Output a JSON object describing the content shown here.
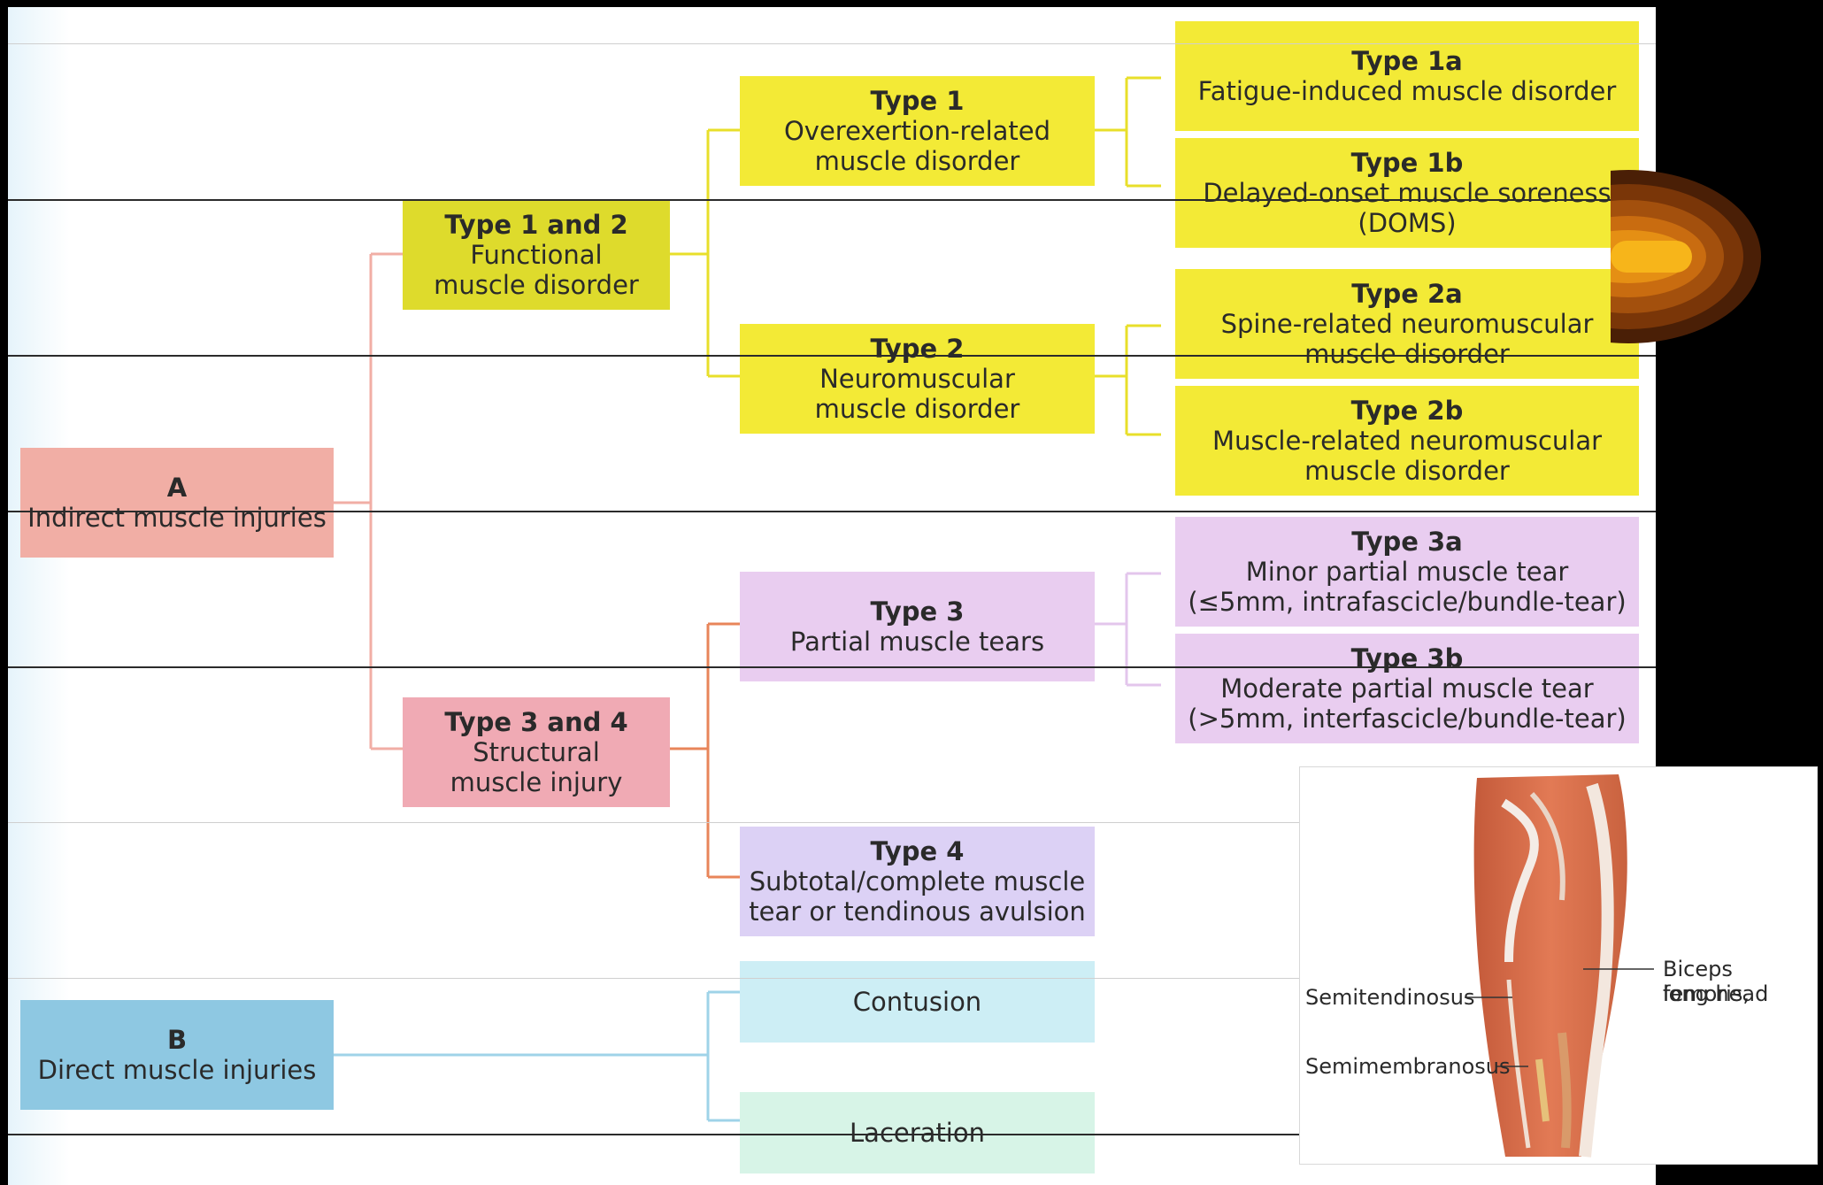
{
  "diagram": {
    "root_a": {
      "title": "A",
      "text": "Indirect muscle injuries"
    },
    "root_b": {
      "title": "B",
      "text": "Direct muscle injuries"
    },
    "type12": {
      "title": "Type 1 and 2",
      "line1": "Functional",
      "line2": "muscle disorder"
    },
    "type34": {
      "title": "Type 3 and 4",
      "line1": "Structural",
      "line2": "muscle injury"
    },
    "type1": {
      "title": "Type 1",
      "line1": "Overexertion-related",
      "line2": "muscle disorder"
    },
    "type2": {
      "title": "Type 2",
      "line1": "Neuromuscular",
      "line2": "muscle disorder"
    },
    "type3": {
      "title": "Type 3",
      "line1": "Partial muscle tears"
    },
    "type4": {
      "title": "Type 4",
      "line1": "Subtotal/complete muscle",
      "line2": "tear or tendinous avulsion"
    },
    "type1a": {
      "title": "Type 1a",
      "line1": "Fatigue-induced muscle disorder"
    },
    "type1b": {
      "title": "Type 1b",
      "line1": "Delayed-onset muscle soreness",
      "line2": "(DOMS)"
    },
    "type2a": {
      "title": "Type 2a",
      "line1": "Spine-related neuromuscular",
      "line2": "muscle disorder"
    },
    "type2b": {
      "title": "Type 2b",
      "line1": "Muscle-related neuromuscular",
      "line2": "muscle disorder"
    },
    "type3a": {
      "title": "Type 3a",
      "line1": "Minor partial muscle tear",
      "line2": "(≤5mm, intrafascicle/bundle-tear)"
    },
    "type3b": {
      "title": "Type 3b",
      "line1": "Moderate partial muscle tear",
      "line2": "(>5mm, interfascicle/bundle-tear)"
    },
    "contusion": "Contusion",
    "laceration": "Laceration"
  },
  "inset": {
    "labels": {
      "semitendinosus": "Semitendinosus",
      "semimembranosus": "Semimembranosus",
      "biceps_line1": "Biceps femoris,",
      "biceps_line2": "long head"
    }
  },
  "colors": {
    "functional": "#f3ea36",
    "indirect": "#f1aea5",
    "partial_tear": "#e9cdf0",
    "direct": "#8ec8e2",
    "contusion": "#cdeef5",
    "laceration": "#d7f4e7"
  }
}
